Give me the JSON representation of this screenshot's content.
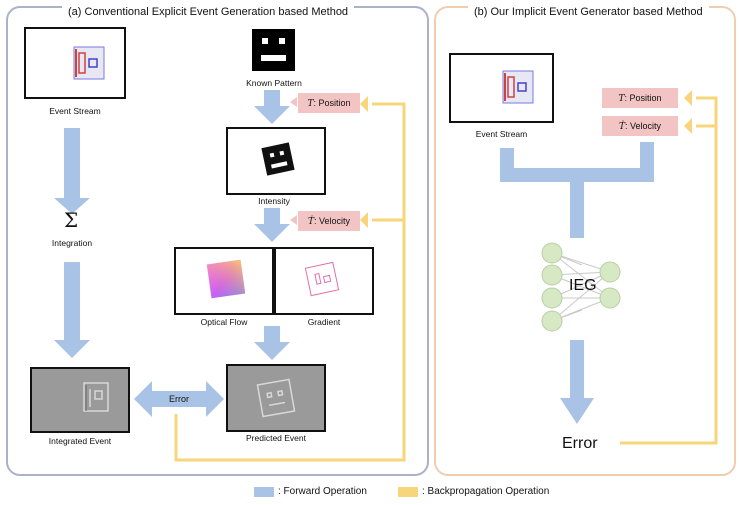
{
  "panel_a": {
    "title": "(a) Conventional Explicit Event Generation based Method",
    "event_stream_label": "Event Stream",
    "known_pattern_label": "Known Pattern",
    "position_label": ": Position",
    "position_symbol": "T",
    "intensity_label": "Intensity",
    "velocity_label": ": Velocity",
    "velocity_symbol": "Ṫ",
    "sigma": "Σ",
    "integration_label": "Integration",
    "optical_flow_label": "Optical Flow",
    "gradient_label": "Gradient",
    "error_label": "Error",
    "integrated_event_label": "Integrated Event",
    "predicted_event_label": "Predicted Event"
  },
  "panel_b": {
    "title": "(b) Our Implicit Event Generator based Method",
    "event_stream_label": "Event Stream",
    "position_label": ": Position",
    "position_symbol": "T",
    "velocity_label": ": Velocity",
    "velocity_symbol": "Ṫ",
    "ieg_label": "IEG",
    "error_label": "Error"
  },
  "legend": {
    "forward_label": ": Forward Operation",
    "backprop_label": ": Backpropagation Operation",
    "forward_color": "#a9c3e6",
    "backprop_color": "#f7d57a"
  }
}
